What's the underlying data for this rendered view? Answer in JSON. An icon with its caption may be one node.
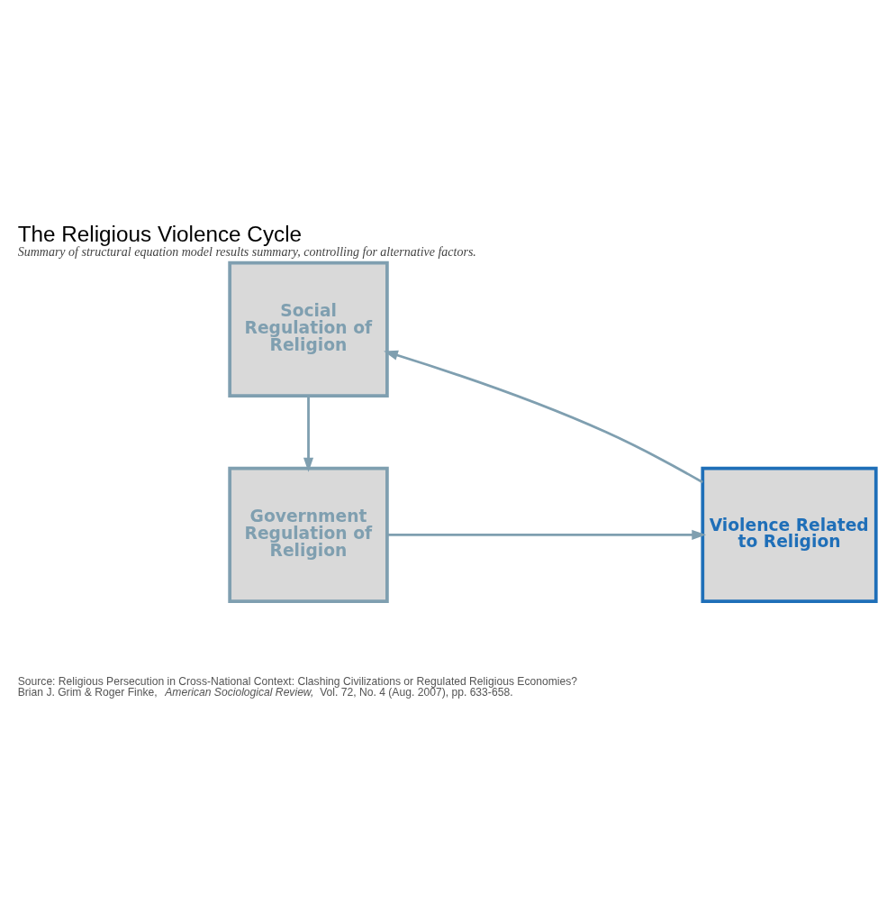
{
  "diagram": {
    "title": "The Religious Violence Cycle",
    "caption": "Summary of structural equation model results summary, controlling for alternative factors.",
    "nodes": [
      {
        "text": [
          "Social Regulation of Religion"
        ]
      },
      {
        "text": [
          "Violence Related to Religion"
        ]
      },
      {
        "text": [
          "Government Regulation of Religion"
        ]
      }
    ],
    "edges": [
      {
        "from": 0,
        "to": 2,
        "arrow": "to"
      },
      {
        "from": 2,
        "to": 1,
        "arrow": "to"
      },
      {
        "from": 1,
        "to": 0,
        "arrow": "to"
      }
    ],
    "labels": [
      "Source: Religious Persecution in Cross-National Context: Clashing Civilizations or Regulated Religious Economies?",
      "Brian J. Grim & Roger Finke, *American Sociological Review,* Vol. 72, No. 4 (Aug. 2007), pp. 633-658."
    ]
  }
}
